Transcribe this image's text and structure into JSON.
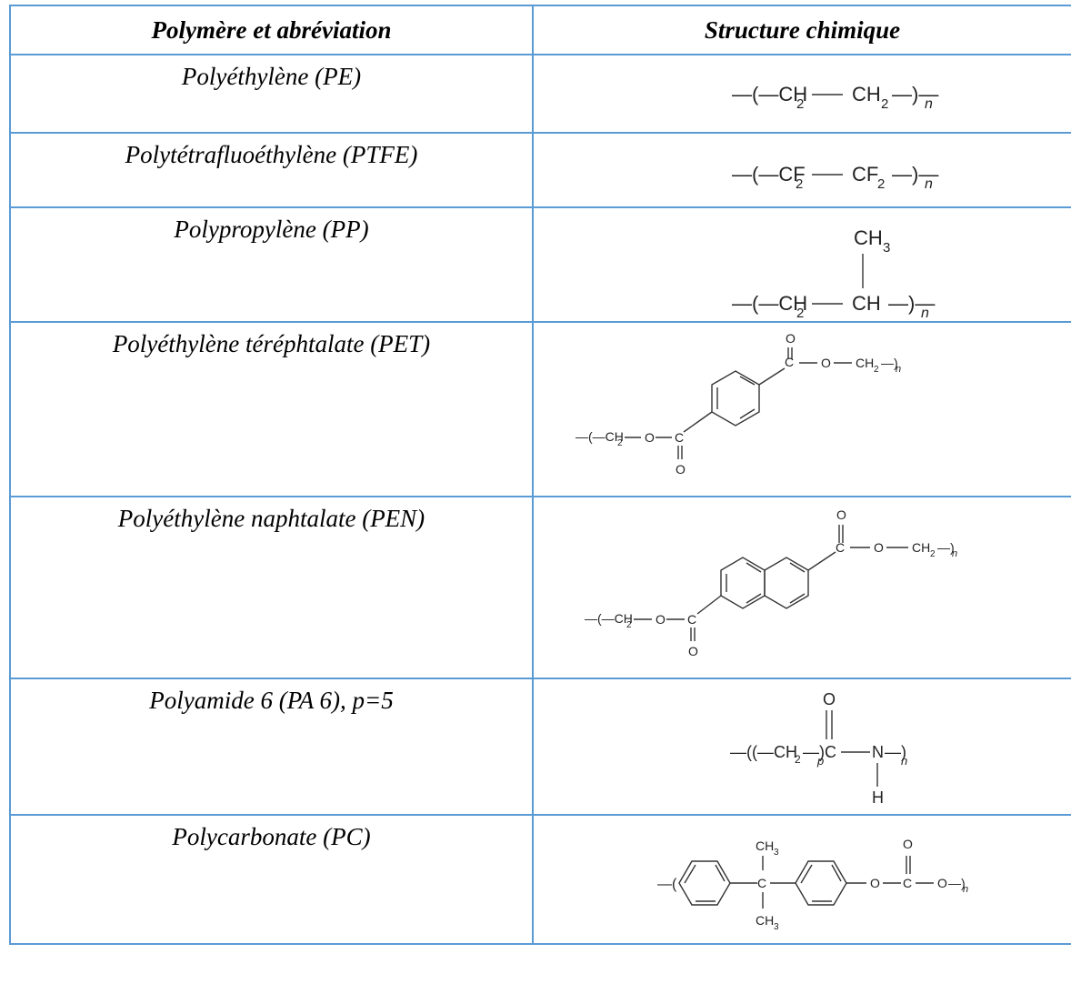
{
  "table": {
    "headers": [
      "Polymère et abréviation",
      "Structure chimique"
    ],
    "rows": [
      {
        "name": "Polyéthylène (PE)",
        "icon": "pe-structure"
      },
      {
        "name": "Polytétrafluoéthylène (PTFE)",
        "icon": "ptfe-structure"
      },
      {
        "name": "Polypropylène (PP)",
        "icon": "pp-structure"
      },
      {
        "name": "Polyéthylène téréphtalate (PET)",
        "icon": "pet-structure"
      },
      {
        "name": "Polyéthylène naphtalate (PEN)",
        "icon": "pen-structure"
      },
      {
        "name": "Polyamide 6 (PA 6), p=5",
        "icon": "pa6-structure"
      },
      {
        "name": "Polycarbonate (PC)",
        "icon": "pc-structure"
      }
    ]
  }
}
